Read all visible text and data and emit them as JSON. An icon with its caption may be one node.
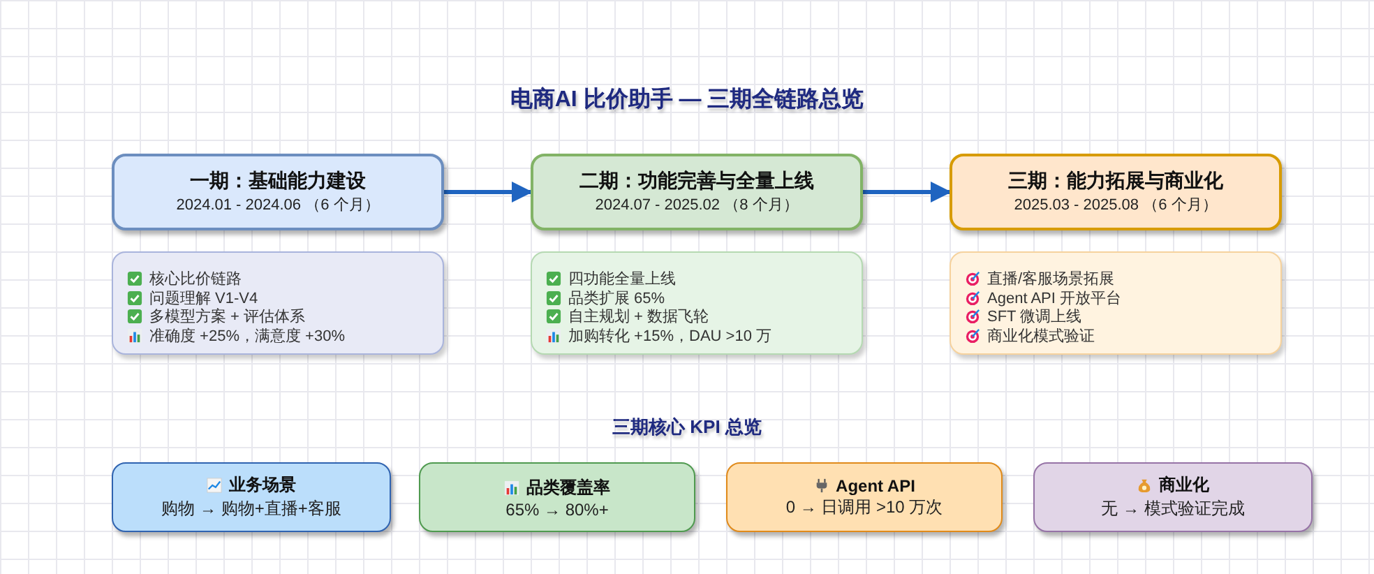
{
  "diagram": {
    "title": "电商AI 比价助手 — 三期全链路总览",
    "nodes": [
      {
        "text": [
          "一期：基础能力建设",
          "2024.01 - 2024.06 （6 个月）"
        ]
      },
      {
        "text": [
          "二期：功能完善与全量上线",
          "2024.07 - 2025.02 （8 个月）"
        ]
      },
      {
        "text": [
          "三期：能力拓展与商业化",
          "2025.03 - 2025.08 （6 个月）"
        ]
      },
      {
        "text": [
          "核心比价链路",
          "问题理解 V1-V4",
          "多模型方案 + 评估体系",
          "准确度 +25%，满意度 +30%"
        ]
      },
      {
        "text": [
          "四功能全量上线",
          "品类扩展 65%",
          "自主规划 + 数据飞轮",
          "加购转化 +15%，DAU >10 万"
        ]
      },
      {
        "text": [
          "直播/客服场景拓展",
          "Agent API 开放平台",
          "SFT 微调上线",
          "商业化模式验证"
        ]
      },
      {
        "text": [
          "业务场景",
          "购物 → 购物+直播+客服"
        ]
      },
      {
        "text": [
          "品类覆盖率",
          "65% → 80%+"
        ]
      },
      {
        "text": [
          "Agent API",
          "0 → 日调用 >10 万次"
        ]
      },
      {
        "text": [
          "商业化",
          "无 → 模式验证完成"
        ]
      }
    ],
    "edges": [
      {
        "from": 0,
        "to": 1,
        "arrow": "to"
      },
      {
        "from": 1,
        "to": 2,
        "arrow": "to"
      }
    ],
    "labels": [
      "三期核心 KPI 总览"
    ]
  }
}
